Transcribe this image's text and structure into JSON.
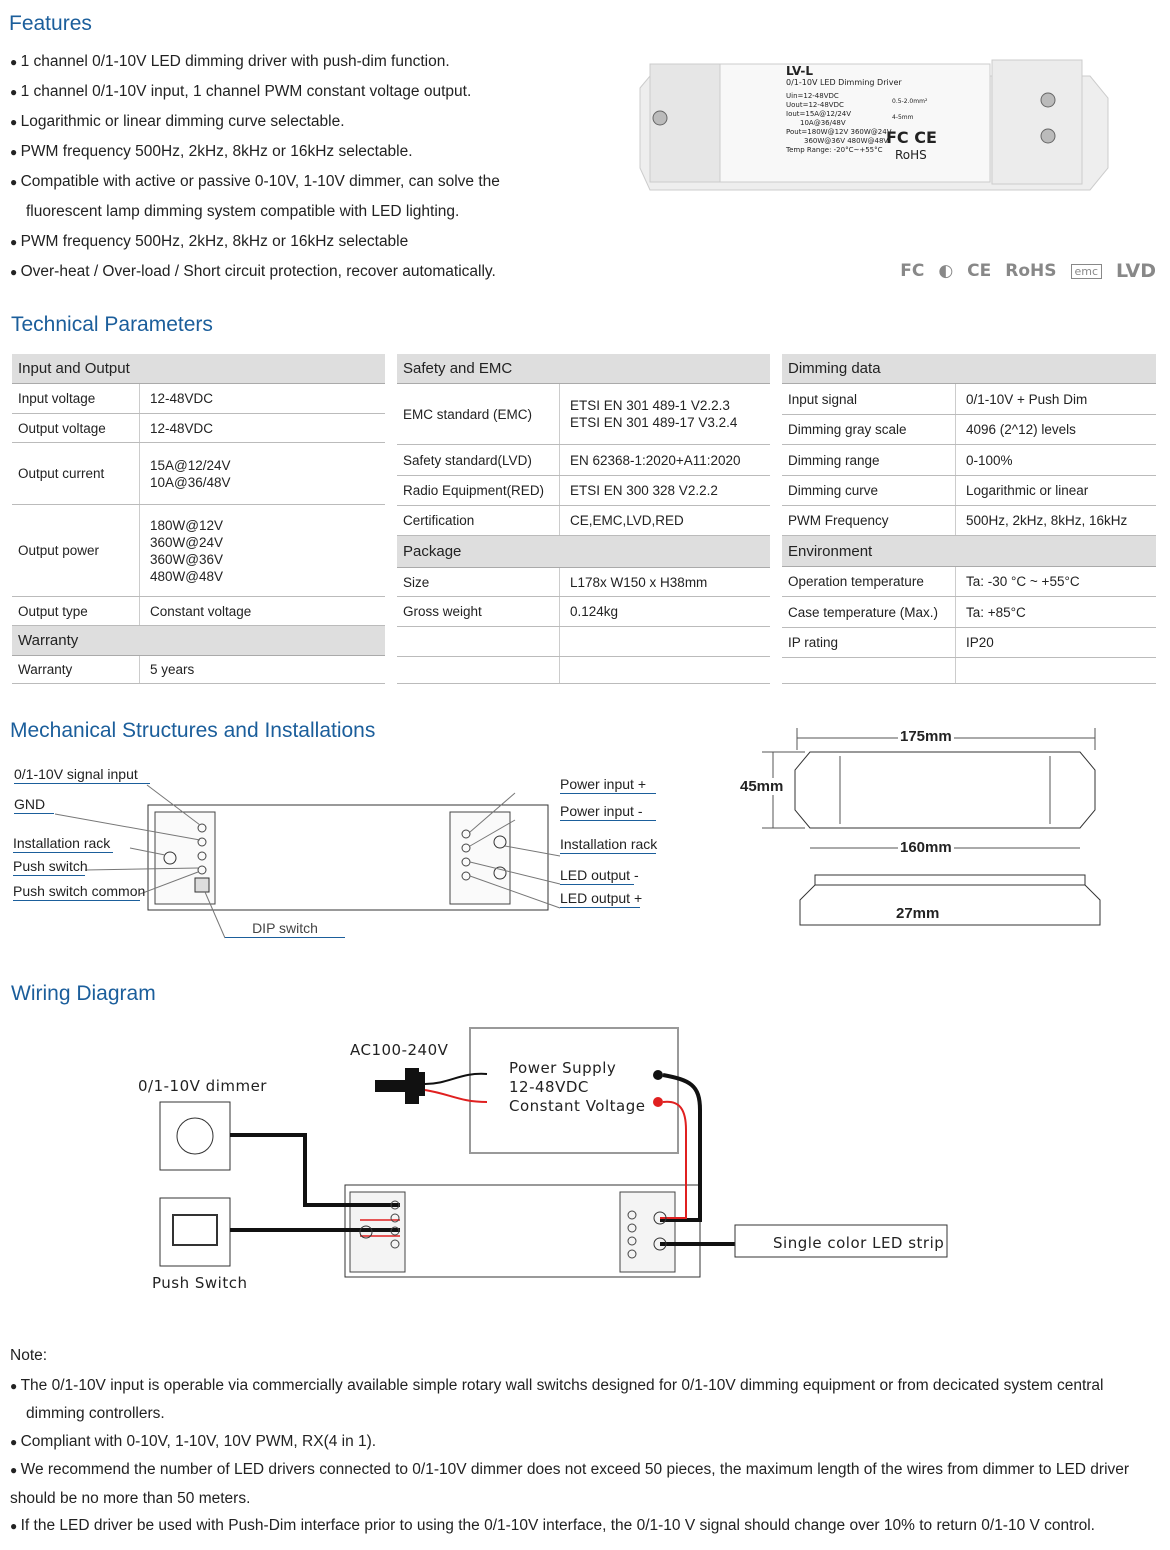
{
  "features": {
    "title": "Features",
    "items": [
      "1 channel 0/1-10V LED dimming driver with push-dim function.",
      "1 channel 0/1-10V input, 1 channel PWM constant voltage output.",
      "Logarithmic or linear dimming curve selectable.",
      "PWM frequency 500Hz, 2kHz, 8kHz or 16kHz selectable.",
      "Compatible with active or passive 0-10V, 1-10V dimmer, can solve the fluorescent lamp dimming system compatible with LED lighting.",
      "PWM frequency 500Hz, 2kHz, 8kHz or 16kHz selectable",
      "Over-heat / Over-load / Short circuit protection, recover automatically."
    ]
  },
  "product": {
    "model": "LV-L",
    "subtitle": "0/1-10V LED Dimming Driver",
    "specs": [
      "Uin=12-48VDC",
      "Uout=12-48VDC",
      "Iout=15A@12/24V",
      "10A@36/48V",
      "Pout=180W@12V  360W@24V",
      "360W@36V  480W@48V",
      "Temp Range: -20°C~+55°C"
    ],
    "wire": "0.5-2.0mm²",
    "strip": "4-5mm",
    "marks": "FC CE",
    "rohs": "RoHS"
  },
  "certifications": [
    "FC",
    "◐",
    "CE",
    "RoHS",
    "emc",
    "LVD"
  ],
  "tech": {
    "title": "Technical Parameters",
    "columns": [
      {
        "rows": [
          {
            "h": "Input and Output"
          },
          {
            "k": "Input voltage",
            "v": [
              "12-48VDC"
            ]
          },
          {
            "k": "Output voltage",
            "v": [
              "12-48VDC"
            ]
          },
          {
            "k": "Output current",
            "v": [
              "15A@12/24V",
              "10A@36/48V"
            ]
          },
          {
            "k": "Output power",
            "v": [
              "180W@12V",
              "360W@24V",
              "360W@36V",
              "480W@48V"
            ]
          },
          {
            "k": "Output type",
            "v": [
              "Constant voltage"
            ]
          },
          {
            "h": "Warranty"
          },
          {
            "k": "Warranty",
            "v": [
              "5 years"
            ]
          }
        ]
      },
      {
        "rows": [
          {
            "h": "Safety and EMC"
          },
          {
            "k": "EMC standard (EMC)",
            "v": [
              "ETSI EN 301 489-1 V2.2.3",
              "ETSI EN 301 489-17 V3.2.4"
            ]
          },
          {
            "k": "Safety standard(LVD)",
            "v": [
              "EN 62368-1:2020+A11:2020"
            ]
          },
          {
            "k": "Radio Equipment(RED)",
            "v": [
              "ETSI EN 300 328 V2.2.2"
            ]
          },
          {
            "k": "Certification",
            "v": [
              "CE,EMC,LVD,RED"
            ]
          },
          {
            "h": "Package"
          },
          {
            "k": "Size",
            "v": [
              "L178x W150 x H38mm"
            ]
          },
          {
            "k": "Gross weight",
            "v": [
              "0.124kg"
            ]
          },
          {
            "k": "",
            "v": [
              ""
            ]
          },
          {
            "k": "",
            "v": [
              ""
            ]
          }
        ]
      },
      {
        "rows": [
          {
            "h": "Dimming data"
          },
          {
            "k": "Input signal",
            "v": [
              "0/1-10V + Push Dim"
            ]
          },
          {
            "k": "Dimming gray scale",
            "v": [
              "4096 (2^12) levels"
            ]
          },
          {
            "k": "Dimming range",
            "v": [
              "0-100%"
            ]
          },
          {
            "k": "Dimming curve",
            "v": [
              "Logarithmic or linear"
            ]
          },
          {
            "k": "PWM Frequency",
            "v": [
              "500Hz, 2kHz, 8kHz, 16kHz"
            ]
          },
          {
            "h": "Environment"
          },
          {
            "k": "Operation temperature",
            "v": [
              "Ta: -30 °C ~ +55°C"
            ]
          },
          {
            "k": "Case temperature (Max.)",
            "v": [
              "Ta: +85°C"
            ]
          },
          {
            "k": "IP rating",
            "v": [
              "IP20"
            ]
          },
          {
            "k": "",
            "v": [
              ""
            ]
          }
        ]
      }
    ]
  },
  "mech": {
    "title": "Mechanical Structures and Installations",
    "left_labels": [
      "0/1-10V signal input",
      "GND",
      "Installation rack",
      "Push switch",
      "Push switch common"
    ],
    "right_labels": [
      "Power input +",
      "Power input -",
      "Installation rack",
      "LED output -",
      "LED output +"
    ],
    "bottom_label": "DIP switch",
    "dims": {
      "length": "175mm",
      "height": "45mm",
      "inner": "160mm",
      "depth": "27mm"
    }
  },
  "wiring": {
    "title": "Wiring Diagram",
    "ac": "AC100-240V",
    "dimmer": "0/1-10V dimmer",
    "push": "Push Switch",
    "psu": [
      "Power Supply",
      "12-48VDC",
      "Constant Voltage"
    ],
    "strip": "Single color LED strip"
  },
  "notes": {
    "title": "Note:",
    "items": [
      "The 0/1-10V input is operable via commercially available simple rotary wall switchs designed for 0/1-10V dimming equipment or from decicated system central dimming controllers.",
      "Compliant with 0-10V, 1-10V, 10V PWM, RX(4 in 1).",
      "We recommend the number of LED drivers connected to 0/1-10V dimmer does not exceed 50 pieces, the maximum length of the wires from dimmer to LED driver should be no more than 50 meters.",
      "If the LED driver be used with Push-Dim interface prior to using the 0/1-10V interface, the 0/1-10 V signal should change over 10% to return 0/1-10 V control."
    ]
  },
  "colors": {
    "heading": "#1b5e9b",
    "table_header": "#dedede",
    "wire_red": "#e02020"
  }
}
